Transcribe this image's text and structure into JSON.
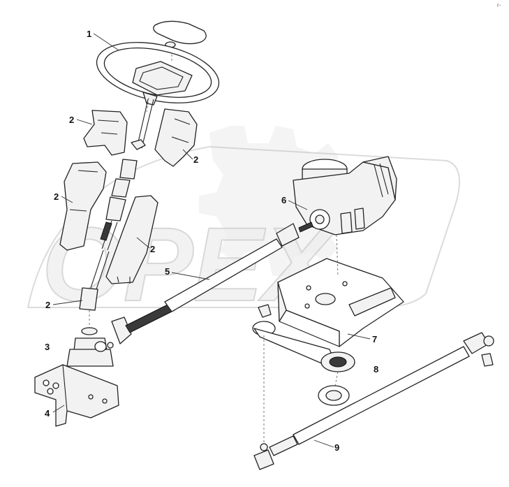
{
  "watermark": {
    "text": "OPEX"
  },
  "corner_mark": "r-",
  "callouts": {
    "c1": "1",
    "c2a": "2",
    "c2b": "2",
    "c2c": "2",
    "c2d": "2",
    "c2e": "2",
    "c3": "3",
    "c4": "4",
    "c5": "5",
    "c6": "6",
    "c7": "7",
    "c8": "8",
    "c9": "9"
  }
}
